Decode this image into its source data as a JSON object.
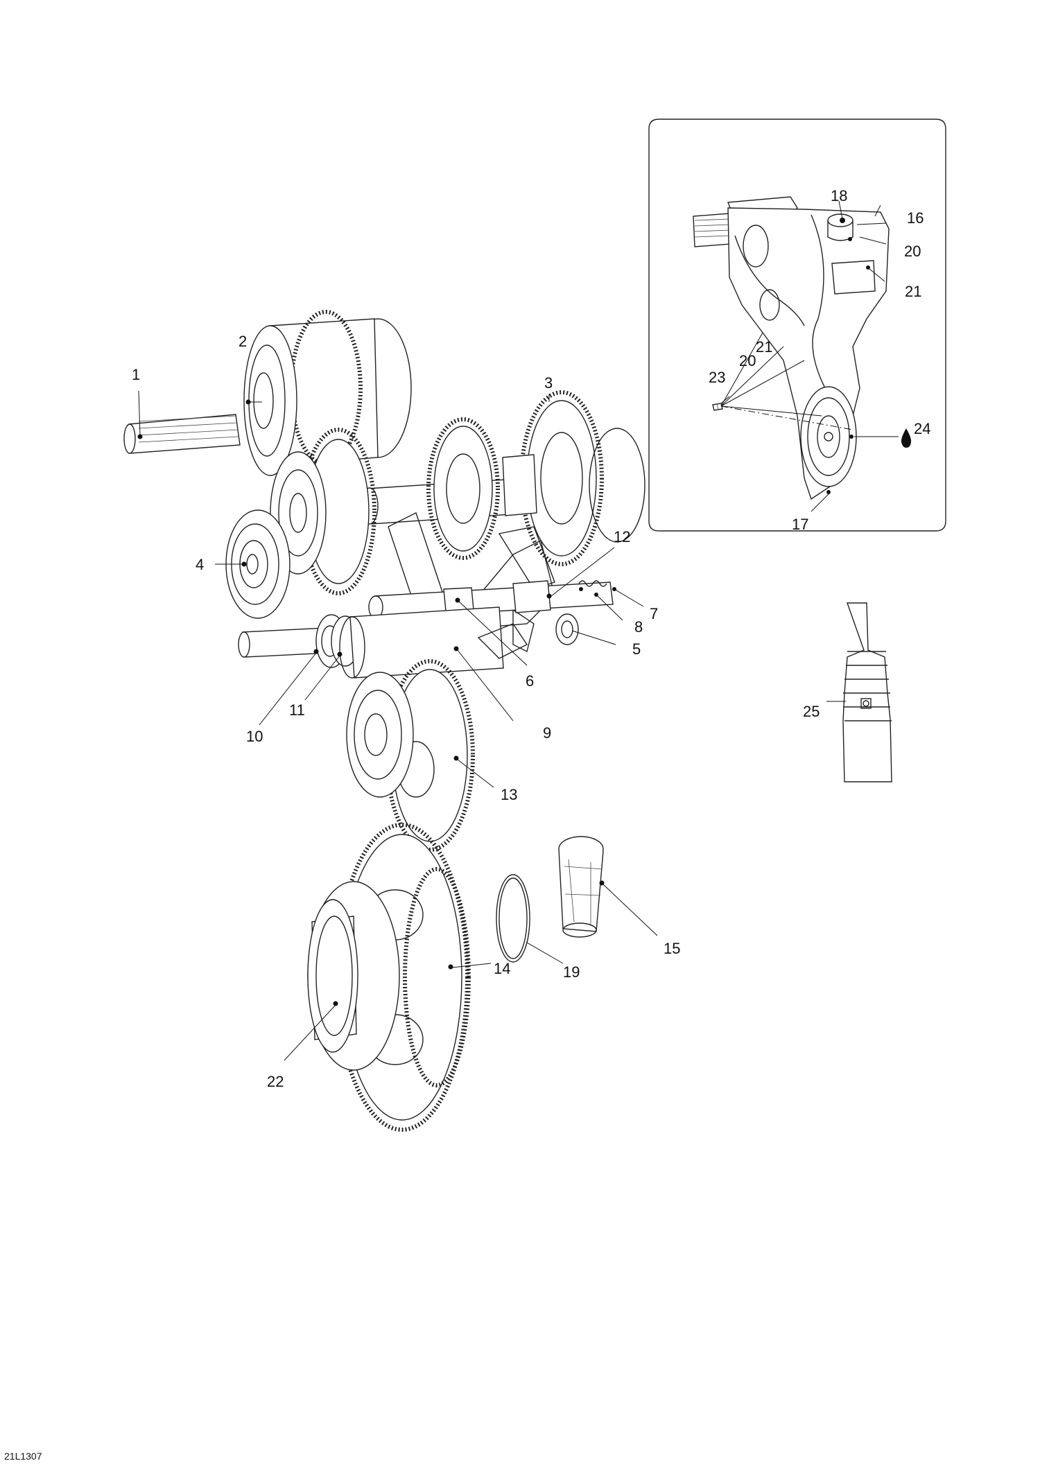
{
  "diagram_code": "21L1307",
  "callouts": [
    {
      "id": "c1",
      "label": "1"
    },
    {
      "id": "c2",
      "label": "2"
    },
    {
      "id": "c3",
      "label": "3"
    },
    {
      "id": "c4",
      "label": "4"
    },
    {
      "id": "c5",
      "label": "5"
    },
    {
      "id": "c6",
      "label": "6"
    },
    {
      "id": "c7",
      "label": "7"
    },
    {
      "id": "c8",
      "label": "8"
    },
    {
      "id": "c9",
      "label": "9"
    },
    {
      "id": "c10",
      "label": "10"
    },
    {
      "id": "c11",
      "label": "11"
    },
    {
      "id": "c12",
      "label": "12"
    },
    {
      "id": "c13",
      "label": "13"
    },
    {
      "id": "c14",
      "label": "14"
    },
    {
      "id": "c15",
      "label": "15"
    },
    {
      "id": "c16",
      "label": "16"
    },
    {
      "id": "c17",
      "label": "17"
    },
    {
      "id": "c18",
      "label": "18"
    },
    {
      "id": "c19",
      "label": "19"
    },
    {
      "id": "c20a",
      "label": "20"
    },
    {
      "id": "c20b",
      "label": "20"
    },
    {
      "id": "c21a",
      "label": "21"
    },
    {
      "id": "c21b",
      "label": "21"
    },
    {
      "id": "c22",
      "label": "22"
    },
    {
      "id": "c23",
      "label": "23"
    },
    {
      "id": "c24",
      "label": "24"
    },
    {
      "id": "c25",
      "label": "25"
    }
  ],
  "icons": {
    "oil_drop": "oil-drop-icon",
    "oil_bottle": "oil-bottle-icon"
  }
}
